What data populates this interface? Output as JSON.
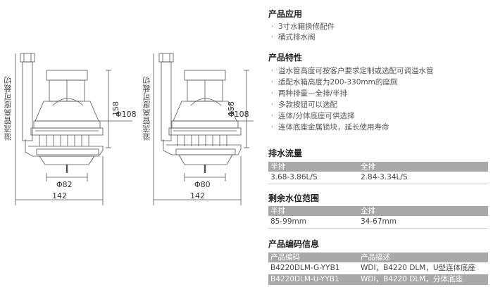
{
  "drawing_left": {
    "side_label": "溢流管高度可裁切",
    "height_dim": "158",
    "diameter_dim": "Φ108",
    "bottom_dia": "Φ82",
    "width_dim": "142"
  },
  "drawing_right": {
    "side_label": "溢流管高度可裁切",
    "height_dim": "158",
    "diameter_dim": "Φ108",
    "bottom_dia": "Φ80",
    "width_dim": "142"
  },
  "application": {
    "title": "产品应用",
    "items": [
      "3寸水箱换修配件",
      "桶式排水阀"
    ]
  },
  "features": {
    "title": "产品特性",
    "items": [
      "溢水管高度可按客户要求定制或选配可调溢水管",
      "适配水箱高度为200-330mm的座厕",
      "两种排量—全排/半排",
      "多款按钮可以选配",
      "连体/分体底座可供选择",
      "连体底座金属锁块，延长使用寿命"
    ]
  },
  "flow": {
    "title": "排水流量",
    "headers": [
      "半排",
      "全排"
    ],
    "values": [
      "3.68-3.86L/S",
      "2.84-3.34L/S"
    ]
  },
  "residual": {
    "title": "剩余水位范围",
    "headers": [
      "半排",
      "全排"
    ],
    "values": [
      "85-99mm",
      "34-67mm"
    ]
  },
  "codes": {
    "title": "产品编码信息",
    "headers": [
      "产品编码",
      "产品描述"
    ],
    "rows": [
      [
        "B4220DLM-G-YYB1",
        "WDI，B4220 DLM，U型连体底座"
      ],
      [
        "B4220DLM-U-YYB1",
        "WDI，B4220 DLM，分体底座"
      ]
    ]
  },
  "colors": {
    "table_header": "#a8a8a8",
    "line": "#555555"
  }
}
